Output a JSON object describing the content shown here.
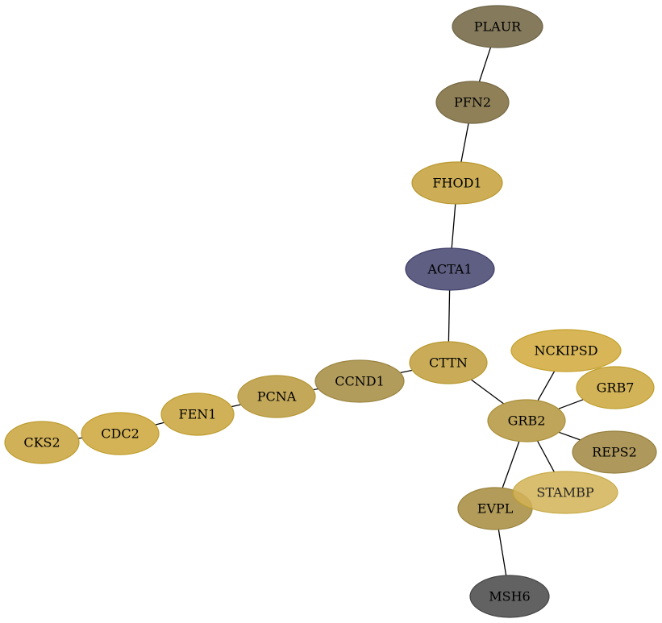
{
  "nodes": [
    {
      "id": "PLAUR",
      "label": "PLAUR",
      "fill": "#857a5c",
      "stroke": "#6e6447",
      "opacity": 1.0
    },
    {
      "id": "PFN2",
      "label": "PFN2",
      "fill": "#8f8057",
      "stroke": "#766842",
      "opacity": 1.0
    },
    {
      "id": "FHOD1",
      "label": "FHOD1",
      "fill": "#cdae57",
      "stroke": "#b9982f",
      "opacity": 1.0
    },
    {
      "id": "ACTA1",
      "label": "ACTA1",
      "fill": "#5f5f83",
      "stroke": "#3f3f6a",
      "opacity": 1.0
    },
    {
      "id": "CTTN",
      "label": "CTTN",
      "fill": "#c9ab58",
      "stroke": "#b8992f",
      "opacity": 1.0
    },
    {
      "id": "CCND1",
      "label": "CCND1",
      "fill": "#b29c5c",
      "stroke": "#9a843f",
      "opacity": 1.0
    },
    {
      "id": "PCNA",
      "label": "PCNA",
      "fill": "#c4a85a",
      "stroke": "#b39535",
      "opacity": 1.0
    },
    {
      "id": "FEN1",
      "label": "FEN1",
      "fill": "#d1b157",
      "stroke": "#bd9c2e",
      "opacity": 1.0
    },
    {
      "id": "CDC2",
      "label": "CDC2",
      "fill": "#d4b357",
      "stroke": "#c09e2c",
      "opacity": 1.0
    },
    {
      "id": "CKS2",
      "label": "CKS2",
      "fill": "#d1b158",
      "stroke": "#bd9c2e",
      "opacity": 1.0
    },
    {
      "id": "NCKIPSD",
      "label": "NCKIPSD",
      "fill": "#d8b658",
      "stroke": "#c4a12c",
      "opacity": 1.0
    },
    {
      "id": "GRB7",
      "label": "GRB7",
      "fill": "#d3b358",
      "stroke": "#bf9e2e",
      "opacity": 1.0
    },
    {
      "id": "GRB2",
      "label": "GRB2",
      "fill": "#bfa55a",
      "stroke": "#a98e37",
      "opacity": 1.0
    },
    {
      "id": "REPS2",
      "label": "REPS2",
      "fill": "#ae985c",
      "stroke": "#96803f",
      "opacity": 1.0
    },
    {
      "id": "EVPL",
      "label": "EVPL",
      "fill": "#b39c5a",
      "stroke": "#9a843d",
      "opacity": 1.0
    },
    {
      "id": "STAMBP",
      "label": "STAMBP",
      "fill": "#d3b357",
      "stroke": "#c09e2c",
      "opacity": 0.85
    },
    {
      "id": "MSH6",
      "label": "MSH6",
      "fill": "#626262",
      "stroke": "#444444",
      "opacity": 1.0
    }
  ],
  "edges": [
    {
      "from": "PLAUR",
      "to": "PFN2"
    },
    {
      "from": "PFN2",
      "to": "FHOD1"
    },
    {
      "from": "FHOD1",
      "to": "ACTA1"
    },
    {
      "from": "ACTA1",
      "to": "CTTN"
    },
    {
      "from": "CTTN",
      "to": "CCND1"
    },
    {
      "from": "CCND1",
      "to": "PCNA"
    },
    {
      "from": "PCNA",
      "to": "FEN1"
    },
    {
      "from": "FEN1",
      "to": "CDC2"
    },
    {
      "from": "CDC2",
      "to": "CKS2"
    },
    {
      "from": "CTTN",
      "to": "GRB2"
    },
    {
      "from": "GRB2",
      "to": "NCKIPSD"
    },
    {
      "from": "GRB2",
      "to": "GRB7"
    },
    {
      "from": "GRB2",
      "to": "REPS2"
    },
    {
      "from": "GRB2",
      "to": "STAMBP"
    },
    {
      "from": "GRB2",
      "to": "EVPL"
    },
    {
      "from": "EVPL",
      "to": "MSH6"
    }
  ]
}
